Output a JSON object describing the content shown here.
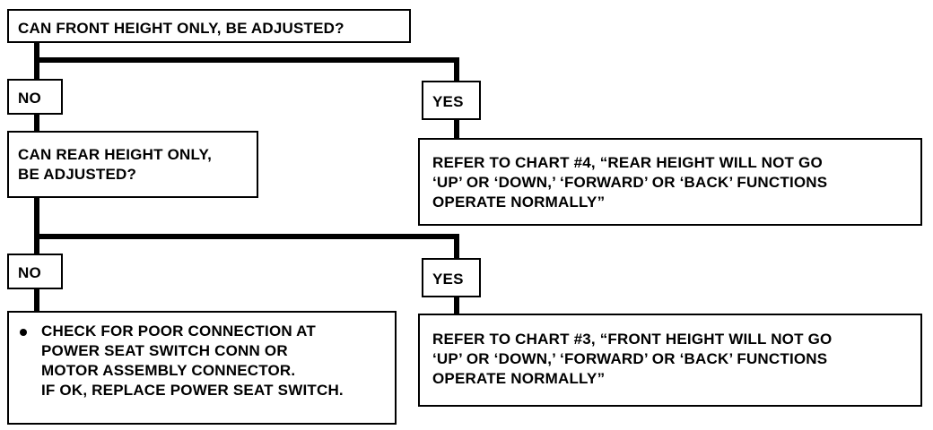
{
  "q1": {
    "text": "CAN FRONT HEIGHT ONLY, BE ADJUSTED?"
  },
  "branch1": {
    "no_label": "NO",
    "yes_label": "YES"
  },
  "q2": {
    "lines": [
      "CAN REAR HEIGHT ONLY,",
      "BE ADJUSTED?"
    ]
  },
  "result_chart4": {
    "lines": [
      "REFER TO CHART #4, “REAR HEIGHT WILL NOT GO",
      "‘UP’ OR ‘DOWN,’ ‘FORWARD’ OR ‘BACK’ FUNCTIONS",
      "OPERATE NORMALLY”"
    ]
  },
  "branch2": {
    "no_label": "NO",
    "yes_label": "YES"
  },
  "action_check": {
    "lines": [
      "CHECK FOR POOR CONNECTION AT",
      "POWER SEAT SWITCH CONN OR",
      "MOTOR ASSEMBLY CONNECTOR.",
      "IF OK, REPLACE POWER SEAT SWITCH."
    ]
  },
  "result_chart3": {
    "lines": [
      "REFER TO CHART #3, “FRONT HEIGHT WILL NOT GO",
      "‘UP’ OR ‘DOWN,’ ‘FORWARD’ OR ‘BACK’ FUNCTIONS",
      "OPERATE NORMALLY”"
    ]
  }
}
